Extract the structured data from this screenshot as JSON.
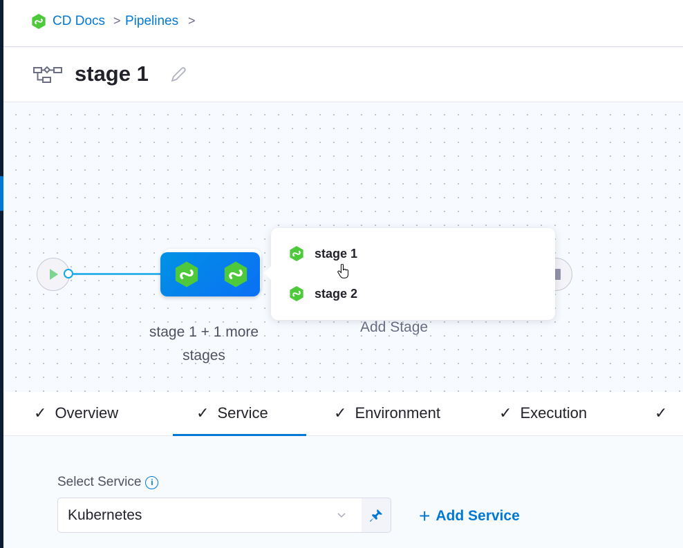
{
  "breadcrumb": {
    "items": [
      {
        "label": "CD Docs",
        "icon": "cd-module-icon"
      },
      {
        "label": "Pipelines"
      }
    ],
    "separator": ">"
  },
  "title": {
    "text": "stage 1",
    "icon": "pipeline-stage-icon",
    "edit_icon": "pencil-icon"
  },
  "canvas": {
    "group_label_line1": "stage 1 + 1 more",
    "group_label_line2": "stages",
    "add_stage": "Add Stage",
    "popover": {
      "items": [
        {
          "label": "stage 1"
        },
        {
          "label": "stage 2"
        }
      ]
    }
  },
  "tabs": [
    {
      "label": "Overview",
      "checked": true
    },
    {
      "label": "Service",
      "checked": true,
      "active": true
    },
    {
      "label": "Environment",
      "checked": true
    },
    {
      "label": "Execution",
      "checked": true
    },
    {
      "label": "",
      "checked": true
    }
  ],
  "check_glyph": "✓",
  "service": {
    "label": "Select Service",
    "info_glyph": "i",
    "selected": "Kubernetes",
    "add_label": "Add Service",
    "add_glyph": "+"
  },
  "colors": {
    "accent": "#0278d5",
    "cd_green": "#4ec93b",
    "group_blue": "#0b6ff5"
  }
}
